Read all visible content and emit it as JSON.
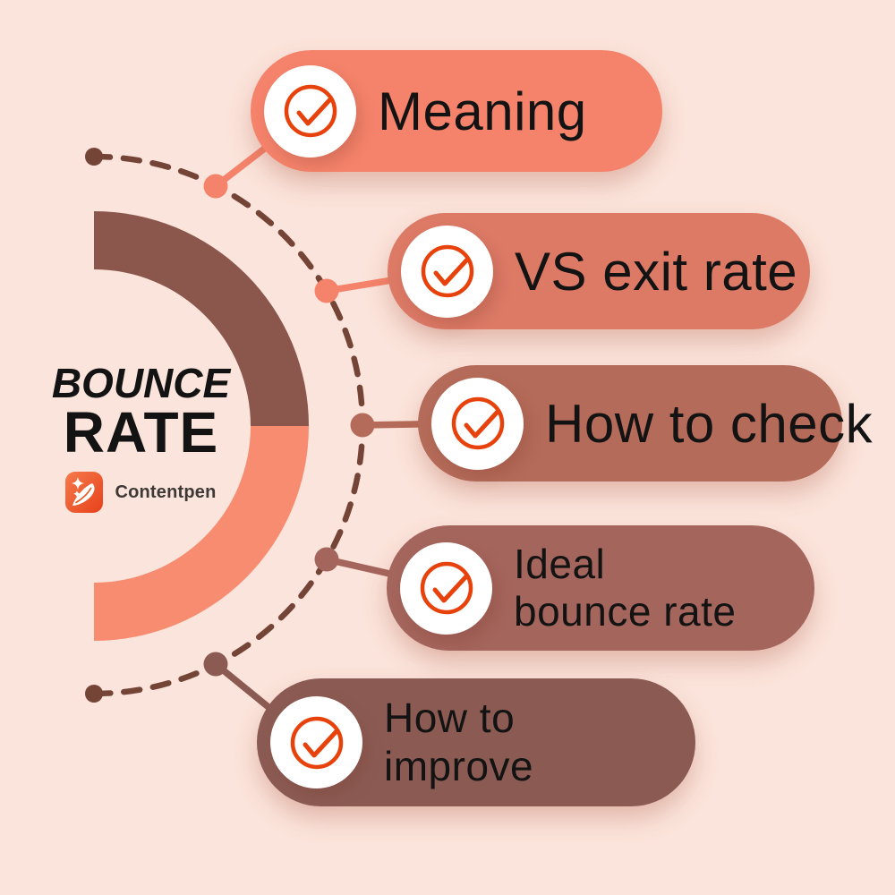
{
  "canvas": {
    "background_color": "#FBE4DB"
  },
  "title": {
    "line1": "BOUNCE",
    "line2": "RATE"
  },
  "brand": {
    "name": "Contentpen",
    "logo_gradient_start": "#F57B4D",
    "logo_gradient_end": "#E7401A"
  },
  "check_icon": {
    "color": "#E8420C"
  },
  "decor": {
    "donut_top_color": "#8B564B",
    "donut_bottom_color": "#F78C70",
    "dashed_arc_color": "#744437",
    "text_color": "#131313"
  },
  "topics": [
    {
      "label": "Meaning",
      "lines": [
        "Meaning"
      ],
      "pill_color": "#F5836B",
      "node_color": "#F5836B"
    },
    {
      "label": "VS exit rate",
      "lines": [
        "VS exit rate"
      ],
      "pill_color": "#DC7A66",
      "node_color": "#F5836B"
    },
    {
      "label": "How to check",
      "lines": [
        "How to check"
      ],
      "pill_color": "#B56B59",
      "node_color": "#B56B59"
    },
    {
      "label": "Ideal bounce rate",
      "lines": [
        "Ideal",
        "bounce rate"
      ],
      "pill_color": "#A4655C",
      "node_color": "#A4655C"
    },
    {
      "label": "How to improve",
      "lines": [
        "How to",
        "improve"
      ],
      "pill_color": "#8B5B53",
      "node_color": "#8B5B53"
    }
  ]
}
